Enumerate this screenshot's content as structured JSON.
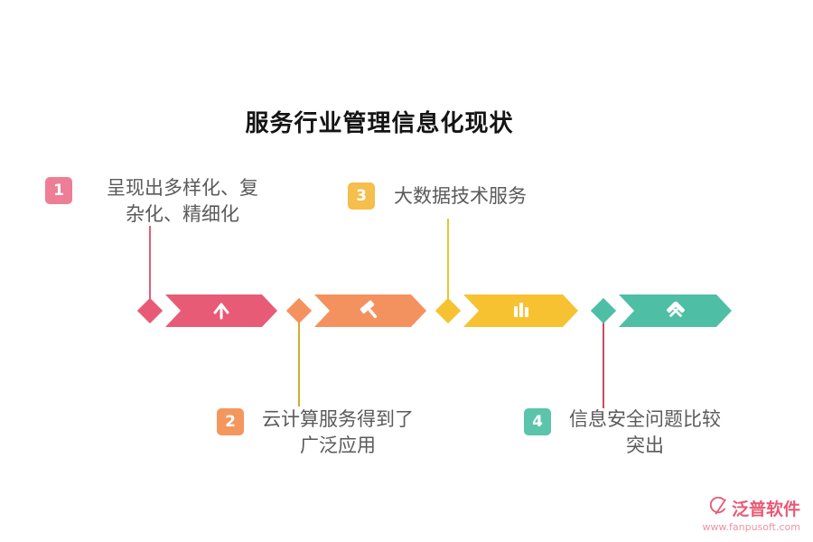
{
  "title": "服务行业管理信息化现状",
  "steps": [
    {
      "num": "1",
      "label": "呈现出多样化、复杂化、精细化",
      "color": "#E75B76",
      "icon": "diversify-icon",
      "label_position": "top"
    },
    {
      "num": "2",
      "label": "云计算服务得到了广泛应用",
      "color": "#F4925F",
      "icon": "hammer-icon",
      "label_position": "bottom"
    },
    {
      "num": "3",
      "label": "大数据技术服务",
      "color": "#F7C231",
      "icon": "data-bars-icon",
      "label_position": "top"
    },
    {
      "num": "4",
      "label": "信息安全问题比较突出",
      "color": "#4EBFA5",
      "icon": "crossed-tools-icon",
      "label_position": "bottom"
    }
  ],
  "colors": {
    "pink": "#E75B76",
    "orange": "#F4925F",
    "yellow": "#F7C231",
    "teal": "#4EBFA5",
    "connector_olive": "#C9B02F",
    "connector_crimson": "#C84C66",
    "text_gray": "#5a5a5a"
  },
  "watermark": {
    "name": "泛普软件",
    "url": "www.fanpusoft.com"
  }
}
